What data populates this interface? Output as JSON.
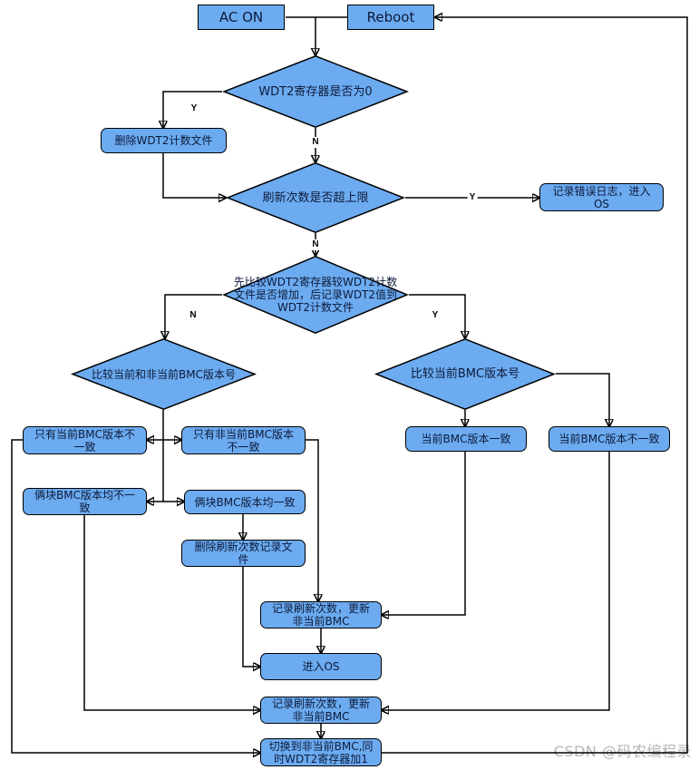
{
  "watermark": "CSDN @码农编程录",
  "colors": {
    "node_fill": "#6CABF0",
    "node_border": "#000000",
    "edge": "#000000",
    "text": "#0D1A3A",
    "watermark": "#B5B5B5"
  },
  "nodes": {
    "ac_on": "AC ON",
    "reboot": "Reboot",
    "wdt2_zero": "WDT2寄存器是否为0",
    "delete_wdt2_file": "删除WDT2计数文件",
    "refresh_over_limit": "刷新次数是否超上限",
    "log_error_enter_os": "记录错误日志，进入\nOS",
    "compare_wdt2": "先比较WDT2寄存器较WDT2计数\n文件是否增加，后记录WDT2值到\nWDT2计数文件",
    "compare_both_bmc": "比较当前和非当前BMC版本号",
    "compare_cur_bmc": "比较当前BMC版本号",
    "only_cur_diff": "只有当前BMC版本不\n一致",
    "only_noncur_diff": "只有非当前BMC版本\n不一致",
    "cur_same": "当前BMC版本一致",
    "cur_diff": "当前BMC版本不一致",
    "both_diff": "俩块BMC版本均不一\n致",
    "both_same": "俩块BMC版本均一致",
    "del_refresh_file": "删除刷新次数记录文\n件",
    "record_refresh_1": "记录刷新次数，更新\n非当前BMC",
    "enter_os": "进入OS",
    "record_refresh_2": "记录刷新次数，更新\n非当前BMC",
    "switch_bmc": "切换到非当前BMC,同\n时WDT2寄存器加1"
  },
  "edge_labels": {
    "d1_yes": "Y",
    "d1_no": "N",
    "d2_yes": "Y",
    "d2_no": "N",
    "d3_no": "N",
    "d3_yes": "Y"
  }
}
